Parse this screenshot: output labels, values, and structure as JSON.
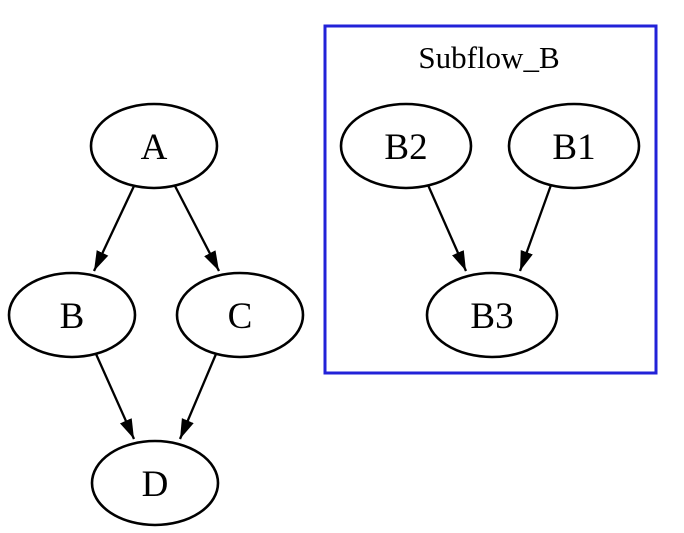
{
  "diagram": {
    "type": "directed-graph",
    "cluster": {
      "label": "Subflow_B",
      "border_color": "#2222d8"
    },
    "nodes": [
      {
        "id": "A",
        "label": "A"
      },
      {
        "id": "B",
        "label": "B"
      },
      {
        "id": "C",
        "label": "C"
      },
      {
        "id": "D",
        "label": "D"
      },
      {
        "id": "B2",
        "label": "B2"
      },
      {
        "id": "B1",
        "label": "B1"
      },
      {
        "id": "B3",
        "label": "B3"
      }
    ],
    "edges": [
      {
        "from": "A",
        "to": "B"
      },
      {
        "from": "A",
        "to": "C"
      },
      {
        "from": "B",
        "to": "D"
      },
      {
        "from": "C",
        "to": "D"
      },
      {
        "from": "B2",
        "to": "B3"
      },
      {
        "from": "B1",
        "to": "B3"
      }
    ],
    "colors": {
      "node_stroke": "#000000",
      "node_fill": "#ffffff",
      "edge_stroke": "#000000",
      "text": "#000000",
      "background": "#ffffff"
    }
  }
}
